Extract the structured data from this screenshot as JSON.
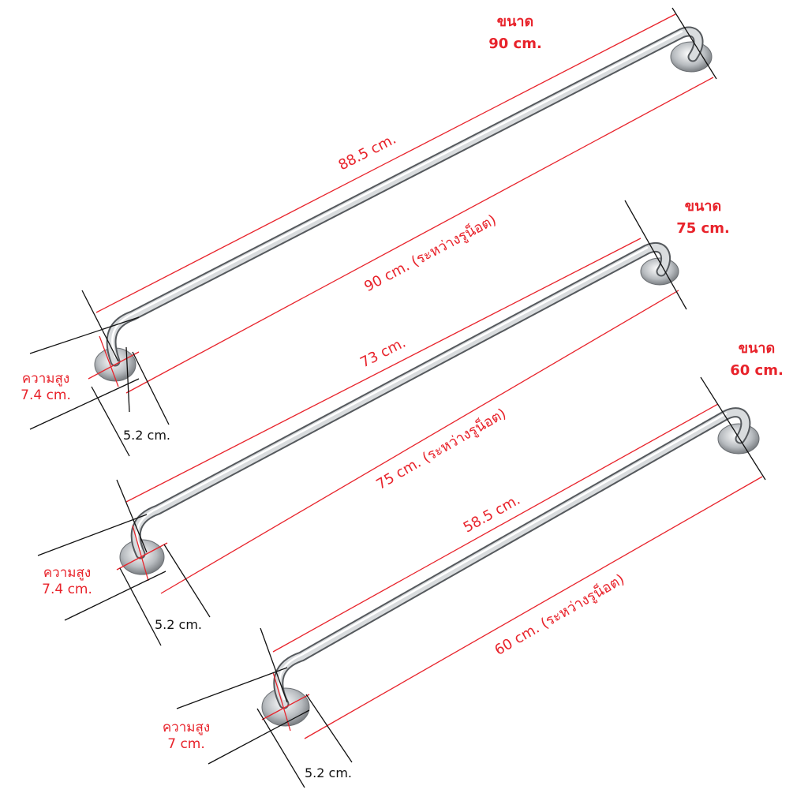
{
  "colors": {
    "dimension_line": "#e8232b",
    "text_red": "#e8232b",
    "guide_line": "#111111",
    "steel_dark": "#6e7275",
    "steel_light": "#f4f6f7"
  },
  "bars": [
    {
      "size_title": "ขนาด",
      "size_value": "90 cm.",
      "bar_length": "88.5 cm.",
      "hole_distance": "90 cm. (ระหว่างรูน็อต)",
      "height_label": "ความสูง",
      "height_value": "7.4 cm.",
      "base_width": "5.2 cm."
    },
    {
      "size_title": "ขนาด",
      "size_value": "75 cm.",
      "bar_length": "73 cm.",
      "hole_distance": "75 cm. (ระหว่างรูน็อต)",
      "height_label": "ความสูง",
      "height_value": "7.4 cm.",
      "base_width": "5.2 cm."
    },
    {
      "size_title": "ขนาด",
      "size_value": "60 cm.",
      "bar_length": "58.5 cm.",
      "hole_distance": "60 cm. (ระหว่างรูน็อต)",
      "height_label": "ความสูง",
      "height_value": "7 cm.",
      "base_width": "5.2 cm."
    }
  ]
}
